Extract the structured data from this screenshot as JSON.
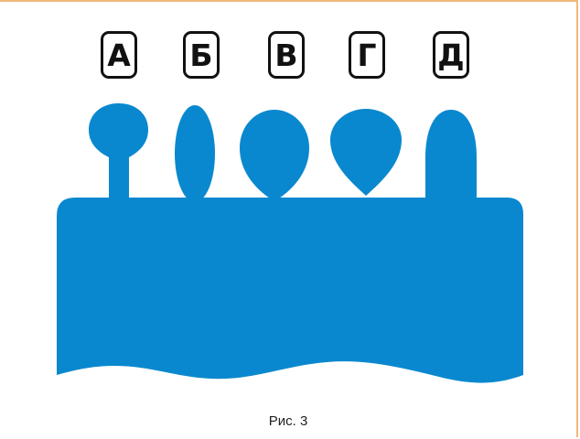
{
  "figure": {
    "labels": [
      "А",
      "Б",
      "В",
      "Г",
      "Д"
    ],
    "caption": "Рис. 3"
  },
  "colors": {
    "shape_fill": "#0a88cf",
    "frame_border": "#f2b87a",
    "label_border": "#111111"
  }
}
